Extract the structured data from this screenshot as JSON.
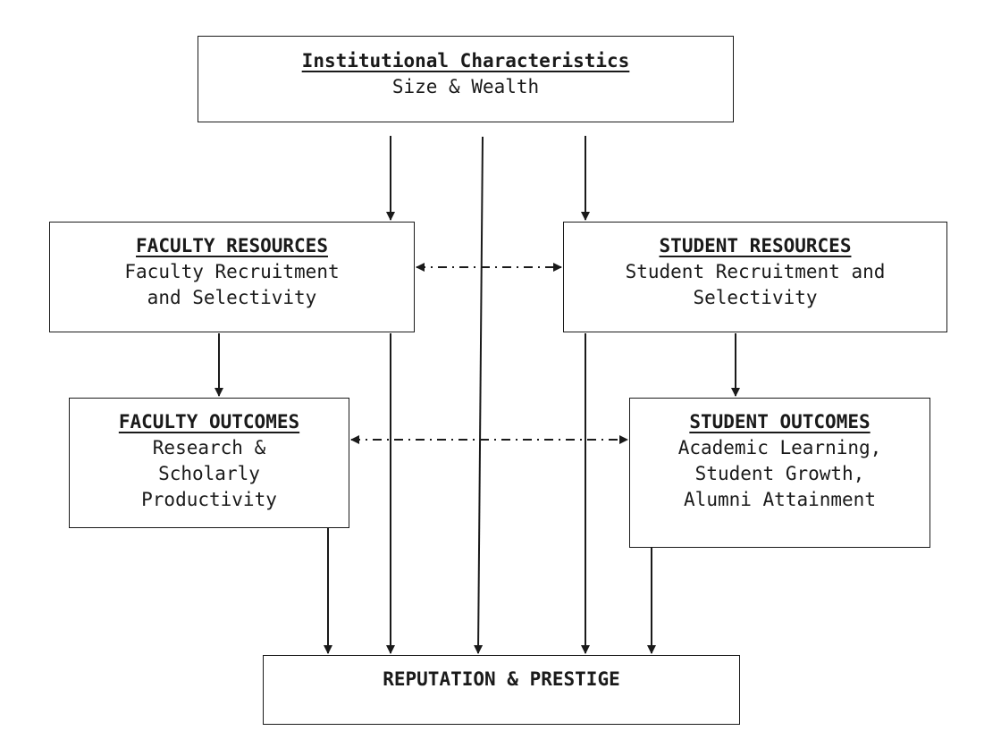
{
  "nodes": {
    "institutional": {
      "title": "Institutional Characteristics",
      "lines": [
        "Size & Wealth"
      ]
    },
    "faculty_resources": {
      "title": "FACULTY RESOURCES",
      "lines": [
        "Faculty Recruitment",
        "and Selectivity"
      ]
    },
    "student_resources": {
      "title": "STUDENT RESOURCES",
      "lines": [
        "Student Recruitment and",
        "Selectivity"
      ]
    },
    "faculty_outcomes": {
      "title": "FACULTY OUTCOMES",
      "lines": [
        "Research &",
        "Scholarly",
        "Productivity"
      ]
    },
    "student_outcomes": {
      "title": "STUDENT OUTCOMES",
      "lines": [
        "Academic Learning,",
        "Student Growth,",
        "Alumni Attainment"
      ]
    },
    "reputation": {
      "title": "REPUTATION & PRESTIGE",
      "lines": []
    }
  },
  "edges": [
    {
      "from": "institutional",
      "to": "faculty_resources",
      "style": "solid"
    },
    {
      "from": "institutional",
      "to": "student_resources",
      "style": "solid"
    },
    {
      "from": "institutional",
      "to": "reputation",
      "style": "solid"
    },
    {
      "from": "faculty_resources",
      "to": "student_resources",
      "style": "dash-dot",
      "bidirectional": true
    },
    {
      "from": "faculty_resources",
      "to": "faculty_outcomes",
      "style": "solid"
    },
    {
      "from": "faculty_resources",
      "to": "reputation",
      "style": "solid"
    },
    {
      "from": "student_resources",
      "to": "student_outcomes",
      "style": "solid"
    },
    {
      "from": "student_resources",
      "to": "reputation",
      "style": "solid"
    },
    {
      "from": "faculty_outcomes",
      "to": "student_outcomes",
      "style": "dash-dot",
      "bidirectional": true
    },
    {
      "from": "faculty_outcomes",
      "to": "reputation",
      "style": "solid"
    },
    {
      "from": "student_outcomes",
      "to": "reputation",
      "style": "solid"
    }
  ],
  "colors": {
    "stroke": "#1a1a1a",
    "background": "#ffffff"
  }
}
